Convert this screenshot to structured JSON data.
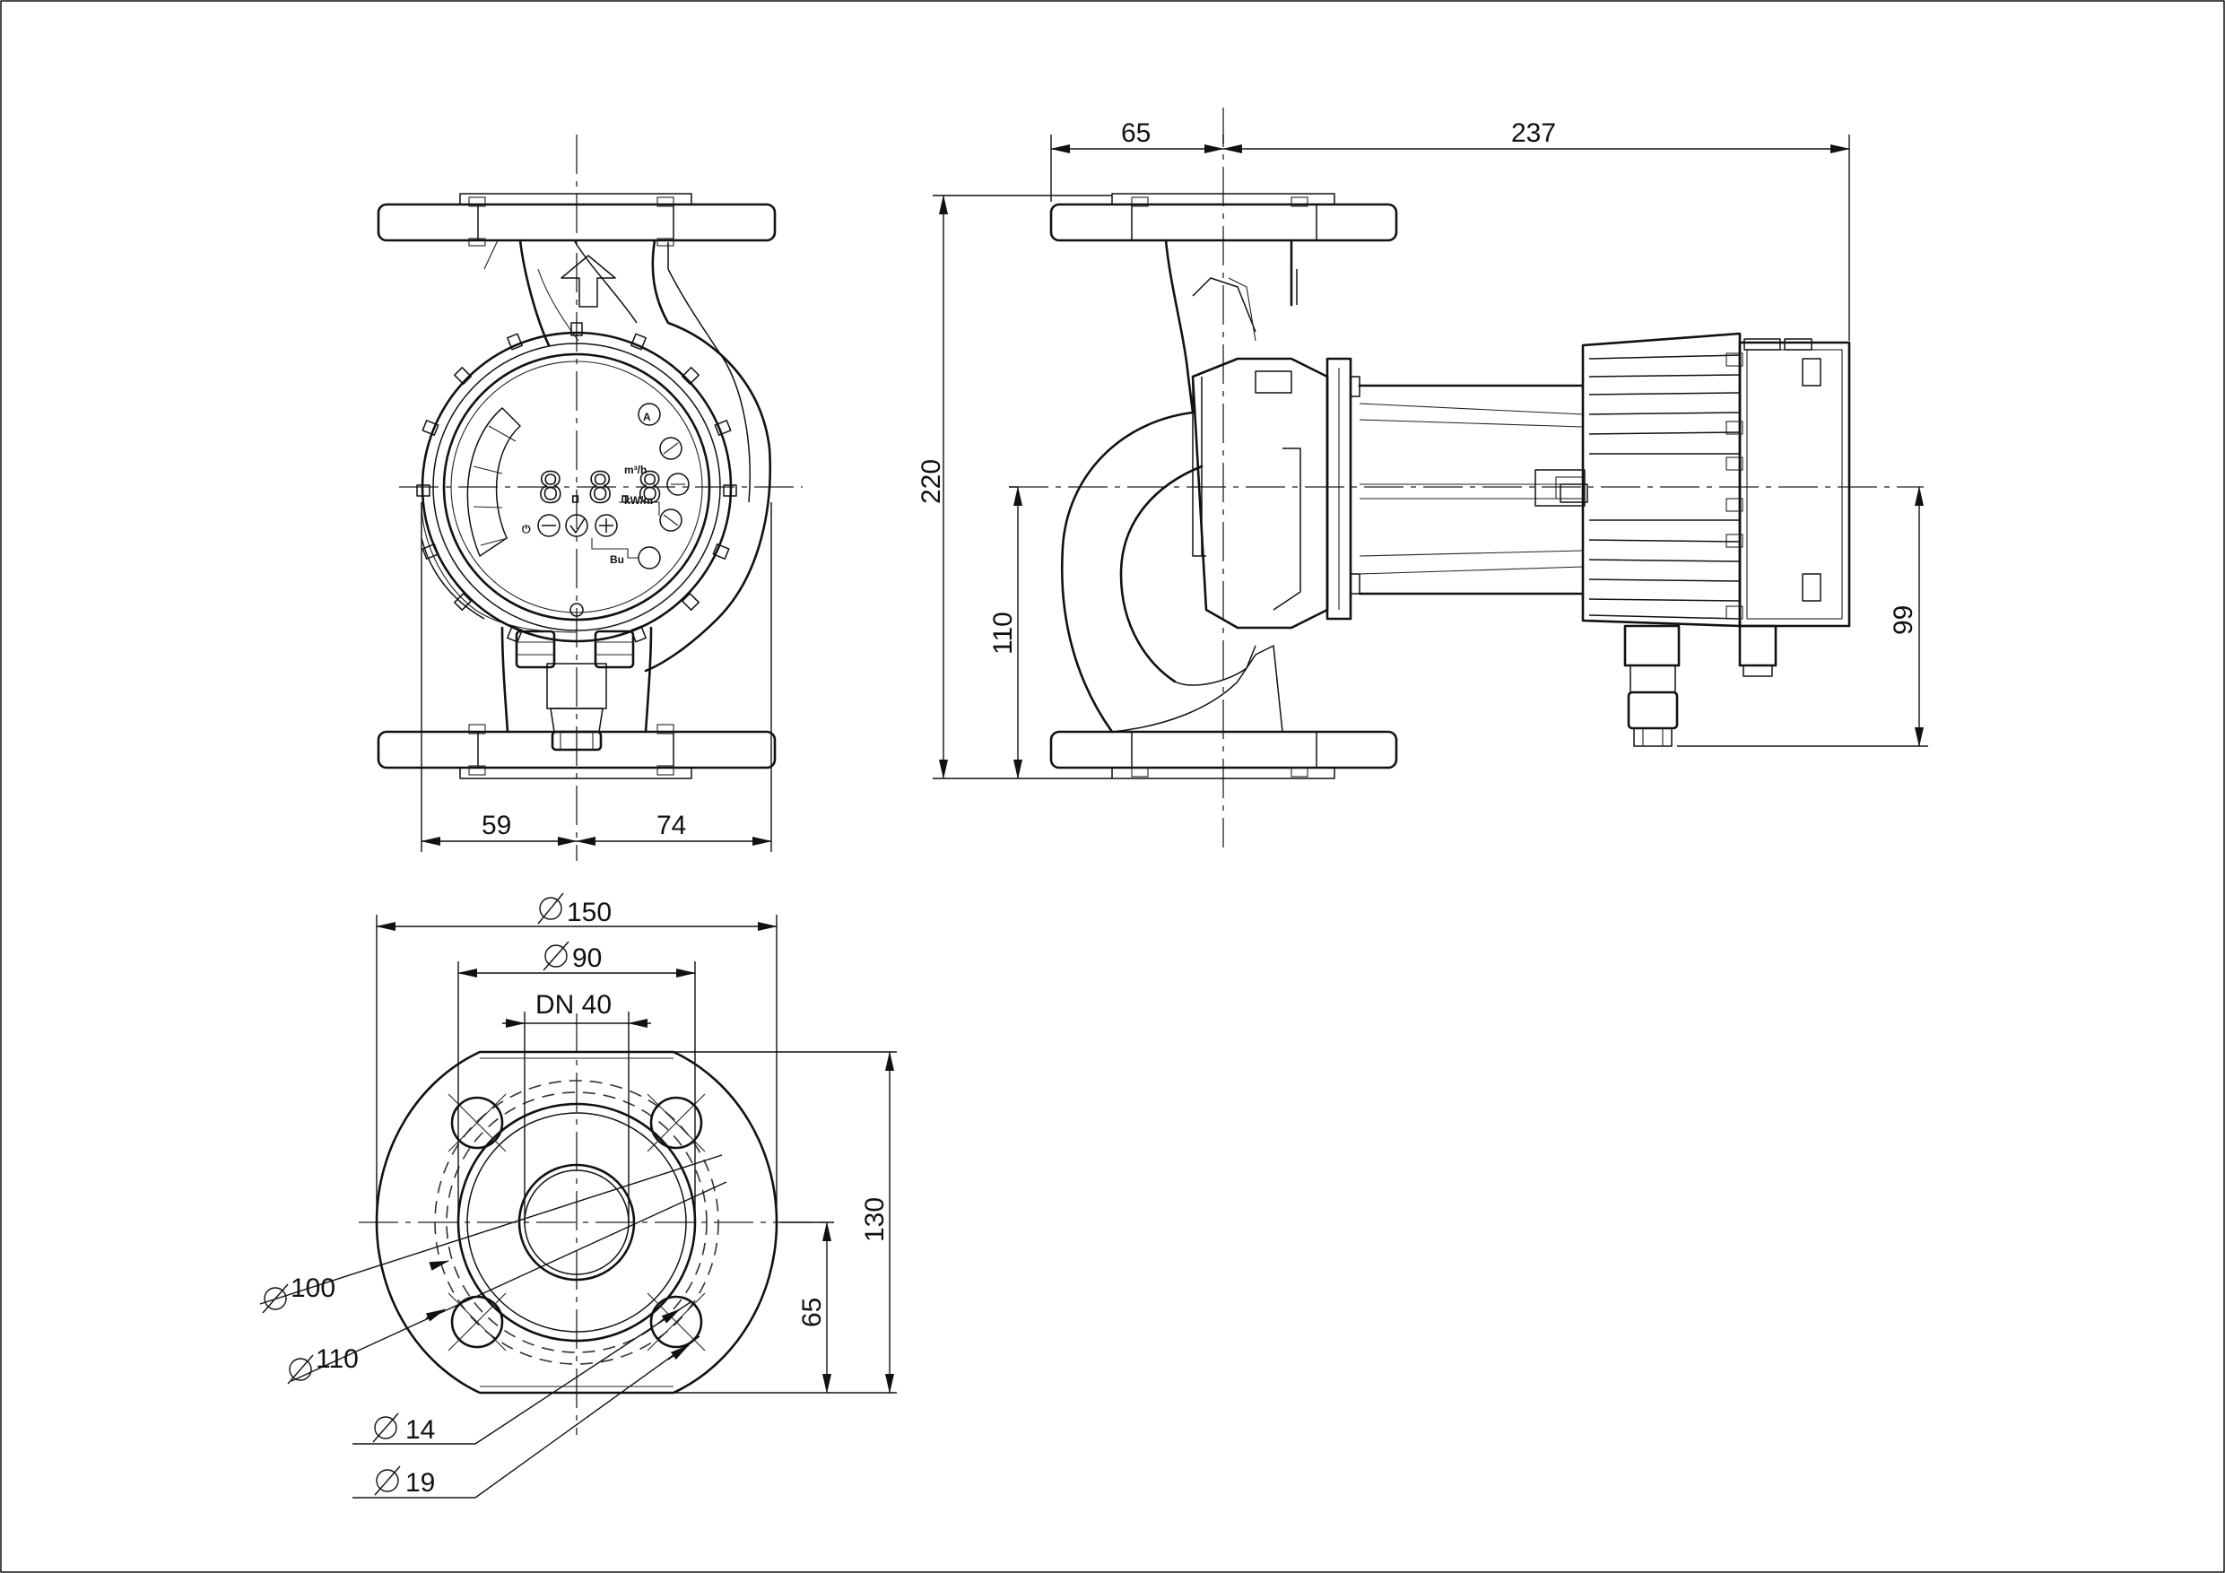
{
  "dimensions": {
    "front_width_left": "59",
    "front_width_right": "74",
    "side_offset_left": "65",
    "side_length": "237",
    "side_height": "220",
    "side_axis_height": "110",
    "side_bottom_offset": "99",
    "flange_outer_dia": "150",
    "flange_raised_dia": "90",
    "flange_nominal": "DN 40",
    "flange_bolt_circle_a": "100",
    "flange_bolt_circle_b": "110",
    "flange_hole_dia": "14",
    "flange_hole_dia_b": "19",
    "flange_height": "130",
    "flange_half_height": "65"
  },
  "display": {
    "digits": "8.8.8",
    "mode_letter": "A",
    "unit_text": "m³/h",
    "unit_text_b": "kW/m",
    "bus_label": "Bu"
  },
  "colors": {
    "line": "#111111",
    "background": "#ffffff"
  }
}
